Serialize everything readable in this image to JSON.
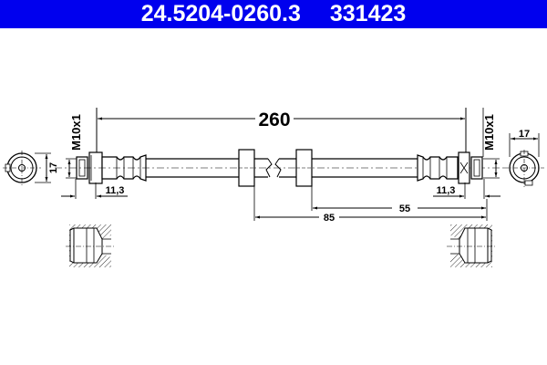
{
  "header": {
    "part_number": "24.5204-0260.3",
    "ref_number": "331423",
    "background_color": "#0000ee",
    "text_color": "#ffffff"
  },
  "drawing": {
    "title": "Brake hose technical drawing",
    "dimensions": {
      "overall_length": "260",
      "thread_left": "M10x1",
      "thread_right": "M10x1",
      "hex_left": "17",
      "hex_right": "17",
      "fitting_left": "11,3",
      "fitting_right": "11,3",
      "bracket_to_end_short": "55",
      "bracket_to_end_long": "85"
    },
    "views": [
      "left-end-view",
      "left-fitting-side-view",
      "hose-body-with-break",
      "right-fitting-side-view",
      "right-end-view",
      "left-port-section",
      "right-port-section"
    ]
  }
}
